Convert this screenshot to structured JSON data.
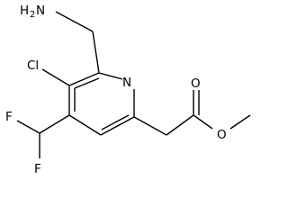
{
  "molecule": {
    "atoms": {
      "amine_h": "H",
      "amine_sub": "2",
      "amine_n": "N",
      "chlorine": "Cl",
      "ring_nitrogen": "N",
      "fluorine_top": "F",
      "fluorine_bottom": "F",
      "carbonyl_oxygen": "O",
      "ester_oxygen": "O"
    }
  }
}
